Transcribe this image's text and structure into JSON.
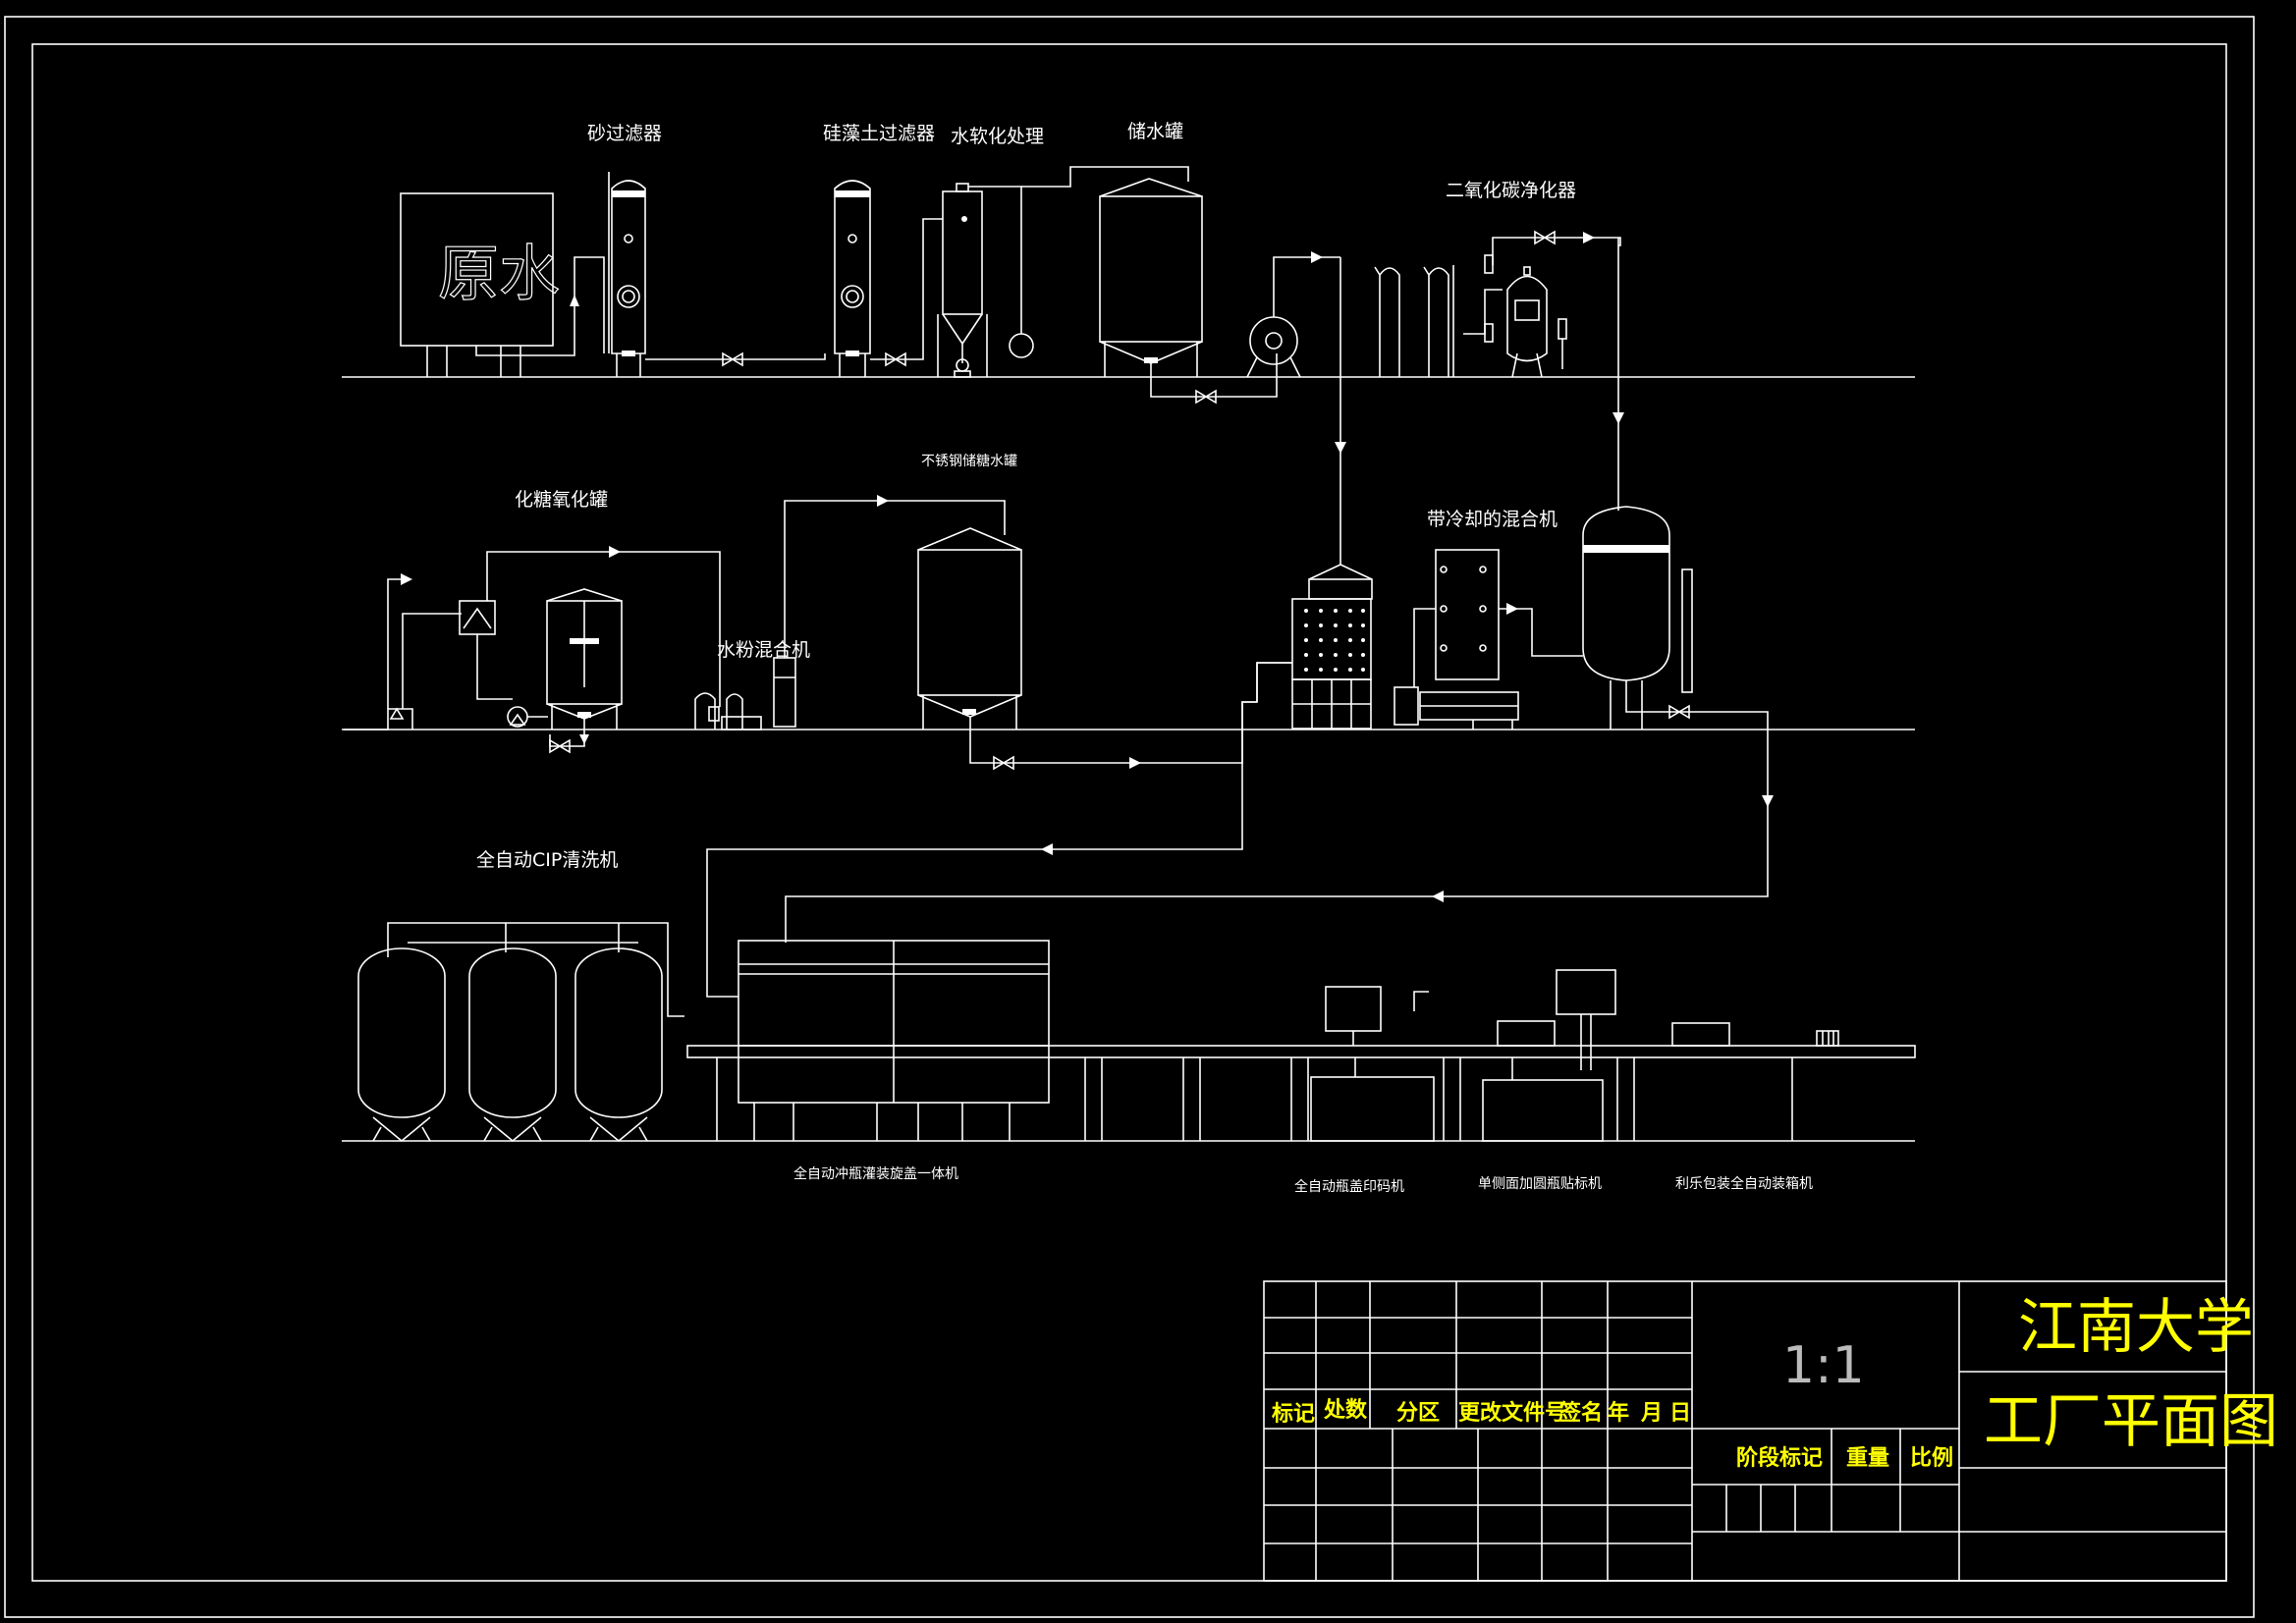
{
  "raw_water": "原水",
  "labels": {
    "sand_filter": "砂过滤器",
    "diatomite_filter": "硅藻土过滤器",
    "softening": "水软化处理",
    "storage_tank": "储水罐",
    "co2_purifier": "二氧化碳净化器",
    "sugar_tank": "化糖氧化罐",
    "ss_tank": "不锈钢储糖水罐",
    "powder_mixer": "水粉混合机",
    "cooling_mixer": "带冷却的混合机",
    "cip": "全自动CIP清洗机",
    "filler": "全自动冲瓶灌装旋盖一体机",
    "printer": "全自动瓶盖印码机",
    "labeler": "单侧面加圆瓶贴标机",
    "packer": "利乐包装全自动装箱机"
  },
  "title_block": {
    "headers": [
      "标记",
      "处数",
      "分区",
      "更改文件号",
      "签名",
      "年",
      "月",
      "日"
    ],
    "stage": "阶段标记",
    "weight": "重量",
    "scale_label": "比例",
    "scale": "1:1",
    "school": "江南大学",
    "drawing": "工厂平面图"
  },
  "colors": {
    "line": "#ffffff",
    "accent": "#ffff00",
    "background": "#000000"
  }
}
